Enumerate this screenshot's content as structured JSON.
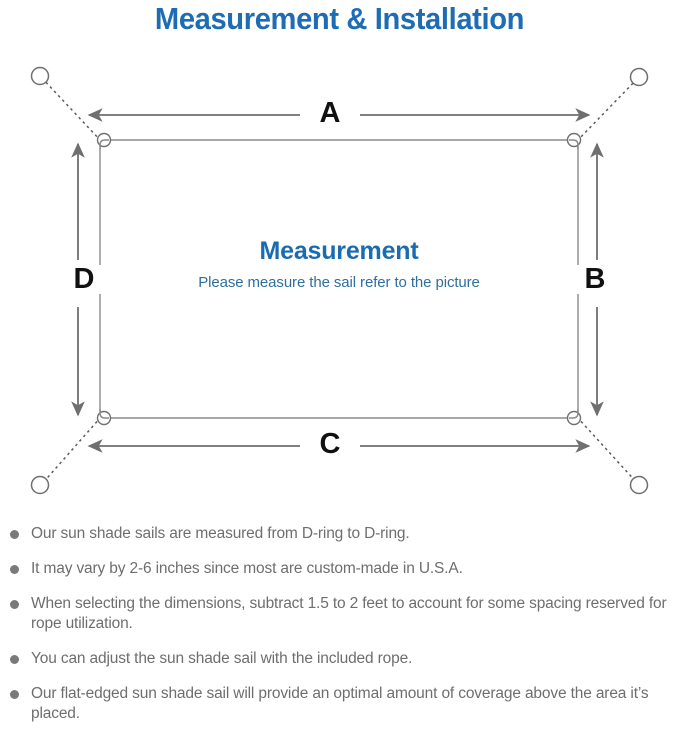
{
  "page": {
    "title": "Measurement & Installation",
    "title_color": "#1d6cb4",
    "background": "#ffffff"
  },
  "diagram": {
    "name": "sun-shade-sail-measurement-diagram",
    "sail_shape": "rectangle",
    "line_color": "#808080",
    "labels": {
      "top": "A",
      "right": "B",
      "bottom": "C",
      "left": "D"
    },
    "center": {
      "title": "Measurement",
      "title_color": "#1a6cb0",
      "subtitle": "Please measure the sail refer to the picture",
      "subtitle_color": "#2f6f9e"
    },
    "corners": [
      {
        "name": "top-left",
        "hardware": "d-ring",
        "anchor": "post",
        "rope": "dotted"
      },
      {
        "name": "top-right",
        "hardware": "d-ring",
        "anchor": "post",
        "rope": "dotted"
      },
      {
        "name": "bottom-left",
        "hardware": "d-ring",
        "anchor": "post",
        "rope": "dotted"
      },
      {
        "name": "bottom-right",
        "hardware": "d-ring",
        "anchor": "post",
        "rope": "dotted"
      }
    ]
  },
  "notes": {
    "bullet_color": "#7a7a7a",
    "items": [
      "Our sun shade sails are measured from D-ring to D-ring.",
      "It may vary by 2-6 inches since most are custom-made in U.S.A.",
      "When selecting the dimensions, subtract 1.5 to 2 feet to account for some spacing reserved for rope utilization.",
      "You can adjust the sun shade sail with the included rope.",
      "Our flat-edged sun shade sail will provide an optimal amount of coverage above the area it’s placed."
    ]
  }
}
